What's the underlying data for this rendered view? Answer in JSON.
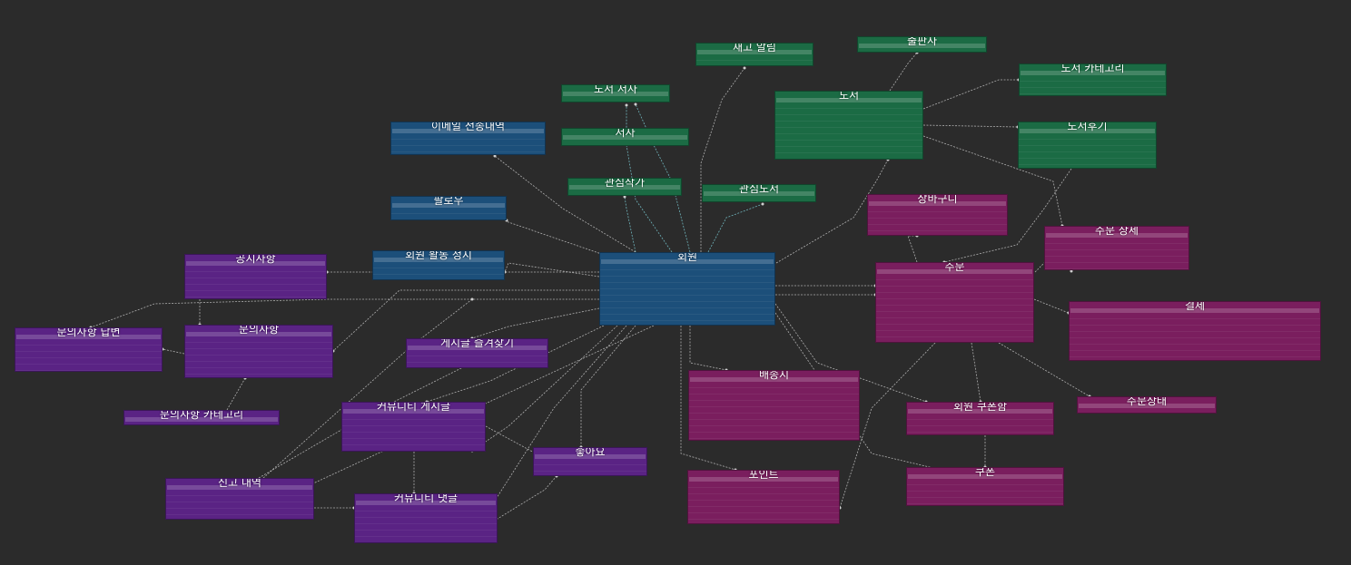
{
  "diagram": {
    "colors": {
      "green": "#1b6b44",
      "blue": "#1c4f7a",
      "purple": "#5a2384",
      "magenta": "#7a1e5e",
      "edge_light": "#cfcfcf",
      "edge_cyan": "#7fd6e0"
    },
    "tables": [
      {
        "id": "stock_alert",
        "name": "재고 알림",
        "color": "green"
      },
      {
        "id": "publisher",
        "name": "출판사",
        "color": "green"
      },
      {
        "id": "book_category",
        "name": "도서 카테고리",
        "color": "green"
      },
      {
        "id": "book_author",
        "name": "도서 저자",
        "color": "green"
      },
      {
        "id": "book",
        "name": "도서",
        "color": "green"
      },
      {
        "id": "email_log",
        "name": "이메일 전송내역",
        "color": "blue"
      },
      {
        "id": "author",
        "name": "저자",
        "color": "green"
      },
      {
        "id": "book_review",
        "name": "도서후기",
        "color": "green"
      },
      {
        "id": "fav_author",
        "name": "관심작가",
        "color": "green"
      },
      {
        "id": "fav_book",
        "name": "관심도서",
        "color": "green"
      },
      {
        "id": "follow",
        "name": "팔로우",
        "color": "blue"
      },
      {
        "id": "cart",
        "name": "장바구니",
        "color": "magenta"
      },
      {
        "id": "order_detail",
        "name": "주문 상세",
        "color": "magenta"
      },
      {
        "id": "notice",
        "name": "공지사항",
        "color": "purple"
      },
      {
        "id": "suspension",
        "name": "회원 활동 정지",
        "color": "blue"
      },
      {
        "id": "member",
        "name": "회원",
        "color": "blue"
      },
      {
        "id": "orders",
        "name": "주문",
        "color": "magenta"
      },
      {
        "id": "payment",
        "name": "결제",
        "color": "magenta"
      },
      {
        "id": "inquiry_answer",
        "name": "문의사항 답변",
        "color": "purple"
      },
      {
        "id": "inquiry",
        "name": "문의사항",
        "color": "purple"
      },
      {
        "id": "bookmark",
        "name": "게시글 즐겨찾기",
        "color": "purple"
      },
      {
        "id": "delivery",
        "name": "배송지",
        "color": "magenta"
      },
      {
        "id": "order_status",
        "name": "주문상태",
        "color": "magenta"
      },
      {
        "id": "inquiry_category",
        "name": "문의사항 카테고리",
        "color": "purple"
      },
      {
        "id": "community_post",
        "name": "커뮤니티 게시글",
        "color": "purple"
      },
      {
        "id": "member_coupon",
        "name": "회원 쿠폰함",
        "color": "magenta"
      },
      {
        "id": "likes",
        "name": "좋아요",
        "color": "purple"
      },
      {
        "id": "report",
        "name": "신고 내역",
        "color": "purple"
      },
      {
        "id": "community_comment",
        "name": "커뮤니티 댓글",
        "color": "purple"
      },
      {
        "id": "point",
        "name": "포인트",
        "color": "magenta"
      },
      {
        "id": "coupon",
        "name": "쿠폰",
        "color": "magenta"
      }
    ]
  }
}
